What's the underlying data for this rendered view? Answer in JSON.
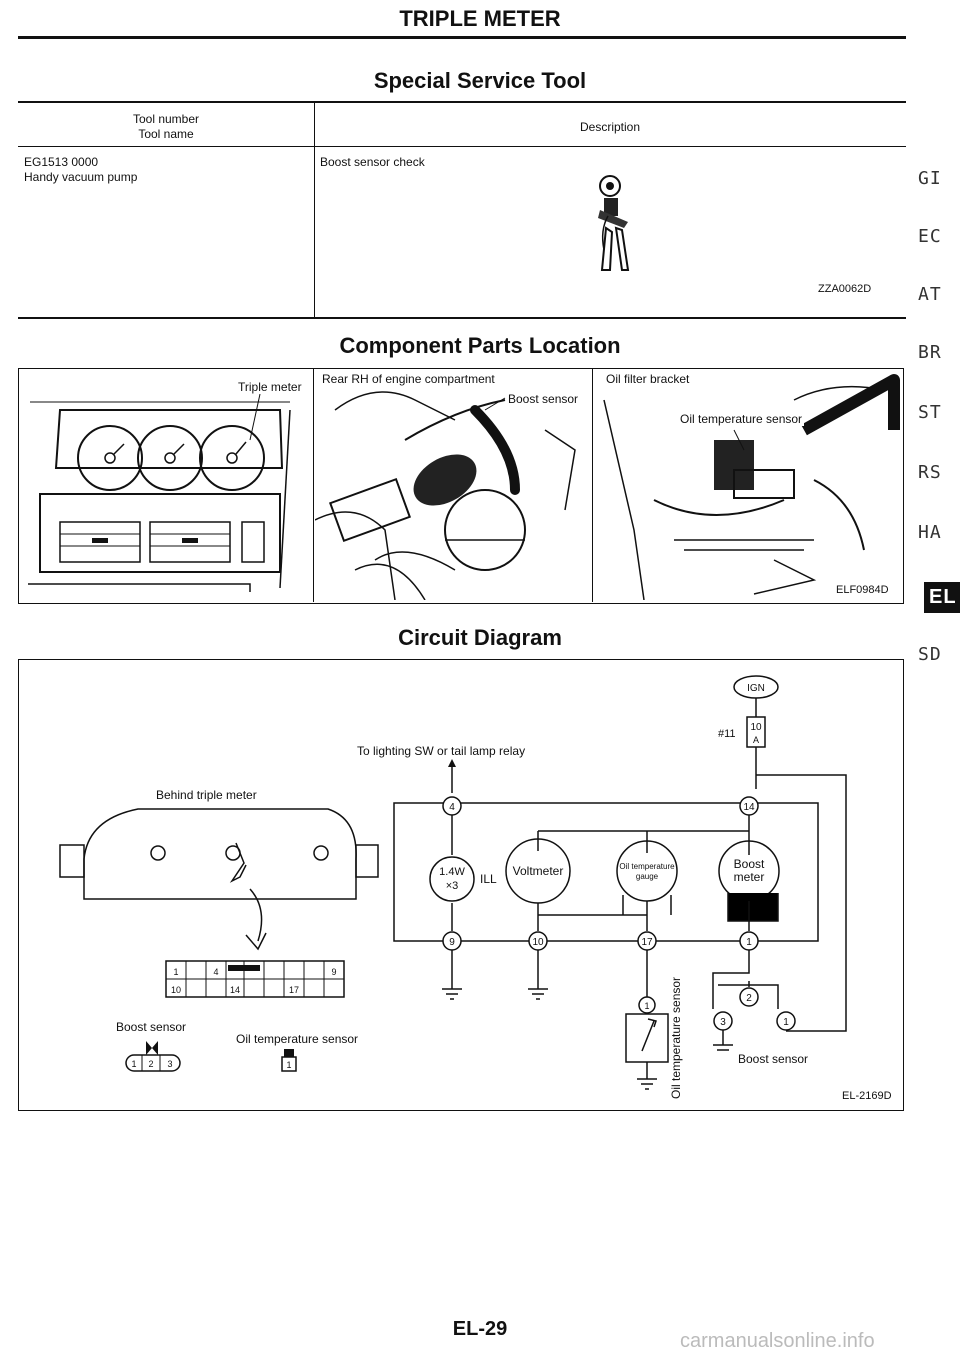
{
  "page": {
    "title": "TRIPLE METER",
    "page_number": "EL-29",
    "watermark": "carmanualsonline.info"
  },
  "sections": {
    "special_service_tool": "Special Service Tool",
    "component_parts_location": "Component Parts Location",
    "circuit_diagram": "Circuit Diagram"
  },
  "tool_table": {
    "header_col1_line1": "Tool number",
    "header_col1_line2": "Tool name",
    "header_col2": "Description",
    "row": {
      "tool_number": "EG1513 0000",
      "tool_name": "Handy vacuum pump",
      "description": "Boost sensor check",
      "figure_code": "ZZA0062D"
    }
  },
  "component_location": {
    "panel1_label": "Triple meter",
    "panel2_label_1": "Rear RH of engine compartment",
    "panel2_label_2": "Boost sensor",
    "panel3_label_1": "Oil filter bracket",
    "panel3_label_2": "Oil temperature sensor",
    "figure_code": "ELF0984D"
  },
  "circuit": {
    "ign": "IGN",
    "fuse_id": "#11",
    "fuse_rating_1": "10",
    "fuse_rating_2": "A",
    "relay_label": "To lighting SW or tail lamp relay",
    "behind_meter": "Behind triple meter",
    "bulb_label_1": "1.4W",
    "bulb_label_2": "×3",
    "ill_label": "ILL",
    "voltmeter": "Voltmeter",
    "oil_gauge_1": "Oil temperature",
    "oil_gauge_2": "gauge",
    "boost_meter_1": "Boost",
    "boost_meter_2": "meter",
    "pins": [
      "4",
      "14",
      "9",
      "10",
      "17",
      "1"
    ],
    "connector_top": [
      "1",
      "4",
      "9"
    ],
    "connector_bottom": [
      "10",
      "14",
      "17"
    ],
    "boost_sensor_label": "Boost sensor",
    "boost_sensor_pins": [
      "1",
      "2",
      "3"
    ],
    "oil_sensor_label": "Oil temperature sensor",
    "oil_sensor_pin": "1",
    "oil_sensor_vertical": "Oil temperature sensor",
    "sensor_pins_right": [
      "1",
      "2",
      "3",
      "1"
    ],
    "boost_sensor_right": "Boost sensor",
    "figure_code": "EL-2169D"
  },
  "side_tabs": [
    "GI",
    "EC",
    "AT",
    "BR",
    "ST",
    "RS",
    "HA",
    "EL",
    "SD"
  ],
  "active_tab": "EL"
}
